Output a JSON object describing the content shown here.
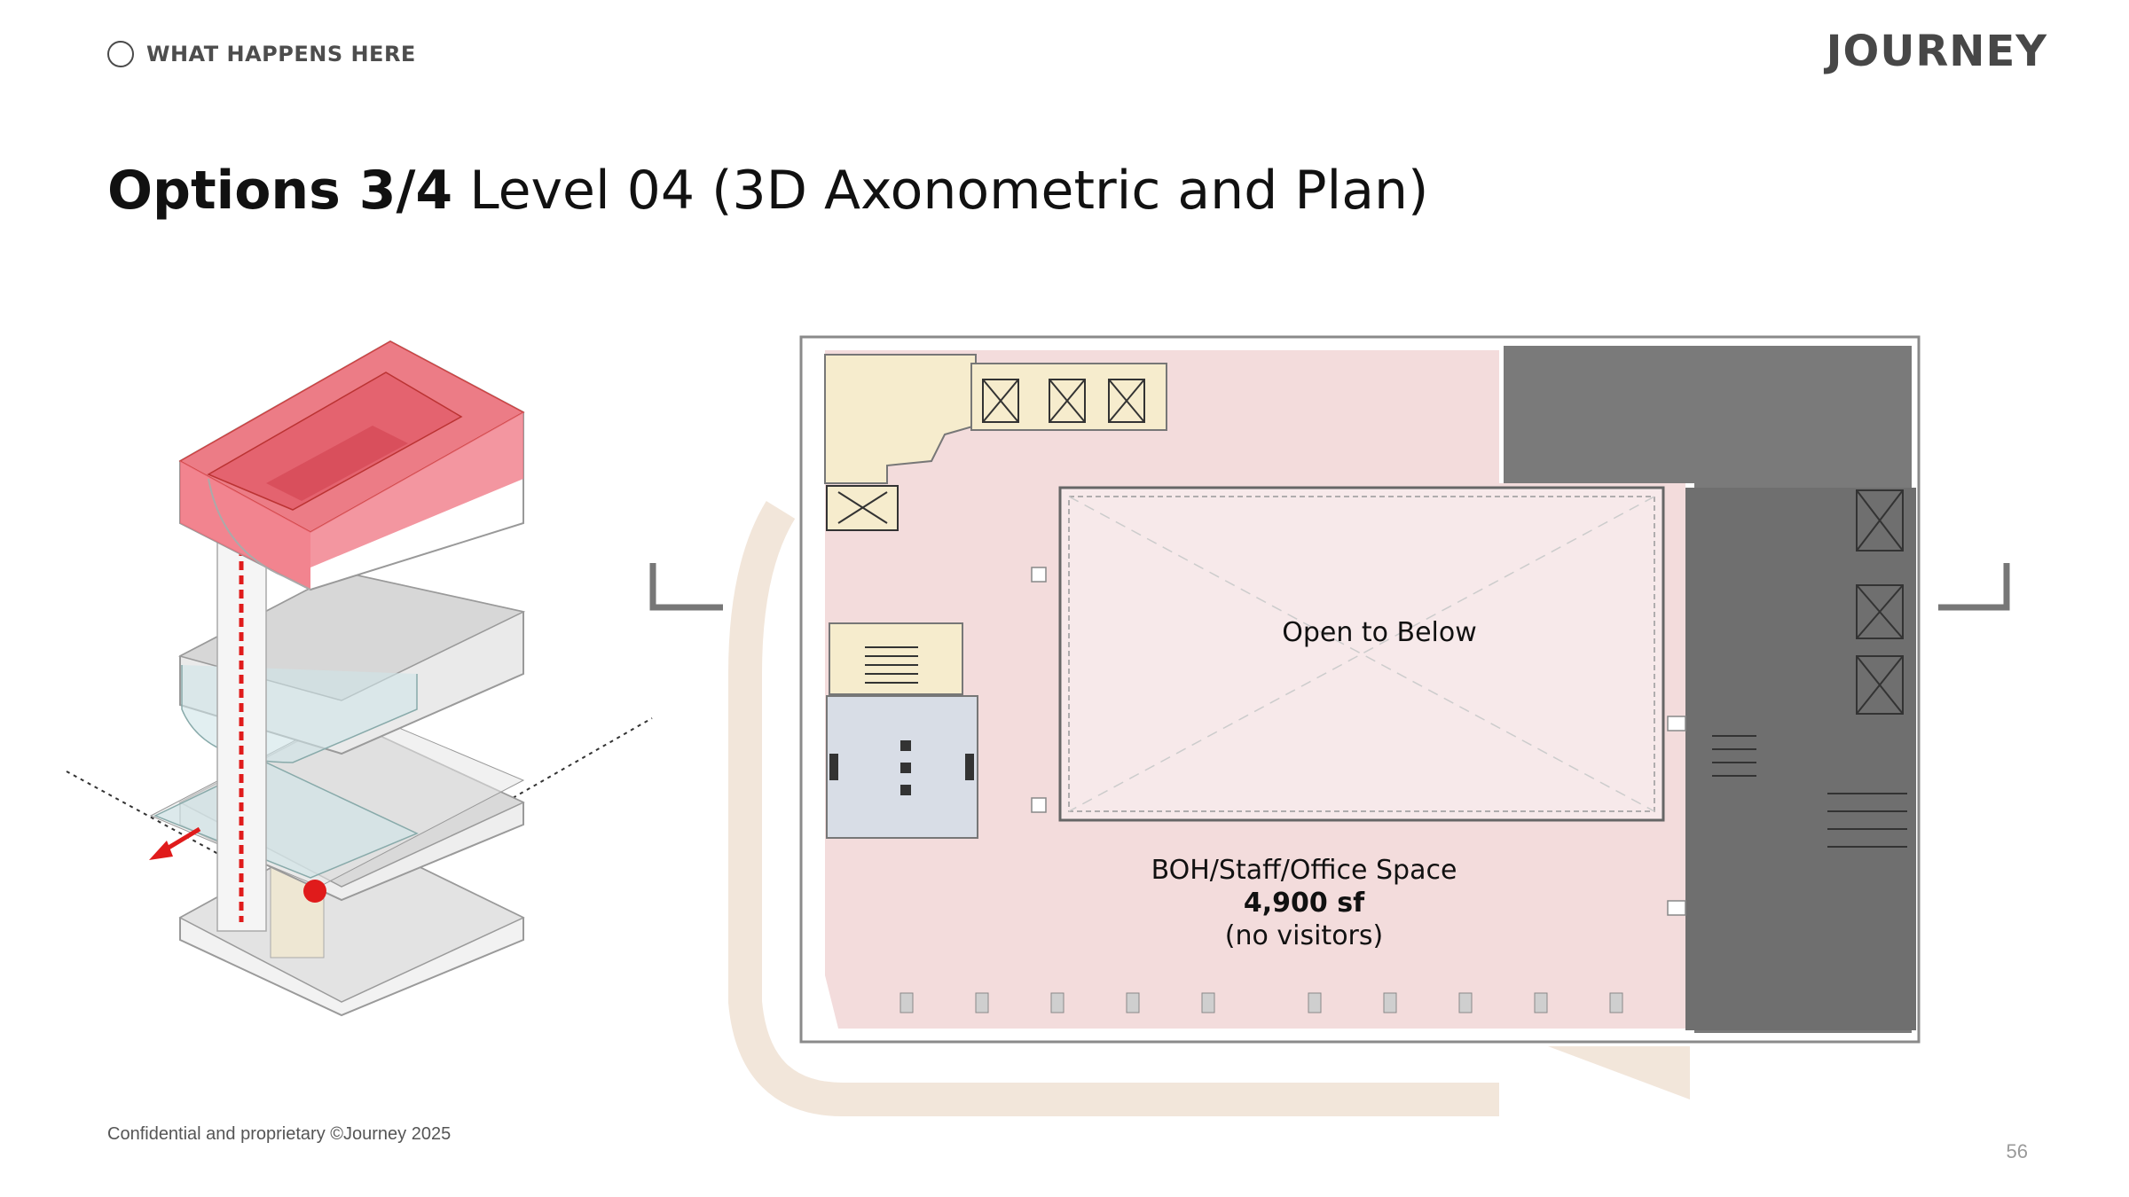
{
  "header": {
    "section_label": "WHAT HAPPENS HERE",
    "logo_text": "JOURNEY"
  },
  "title": {
    "bold": "Options 3/4",
    "rest": "Level 04 (3D Axonometric and Plan)"
  },
  "plan": {
    "open_to_below": "Open to Below",
    "space_name": "BOH/Staff/Office Space",
    "space_area": "4,900 sf",
    "space_note": "(no visitors)"
  },
  "footer": {
    "confidential": "Confidential and proprietary ©Journey 2025",
    "page_number": "56"
  },
  "colors": {
    "highlight_red": "#e85a66",
    "marker_red": "#e01b1b",
    "plan_pink": "#f3dcdc",
    "core_beige": "#f6eccd",
    "dark_gray": "#6f6f6f"
  }
}
